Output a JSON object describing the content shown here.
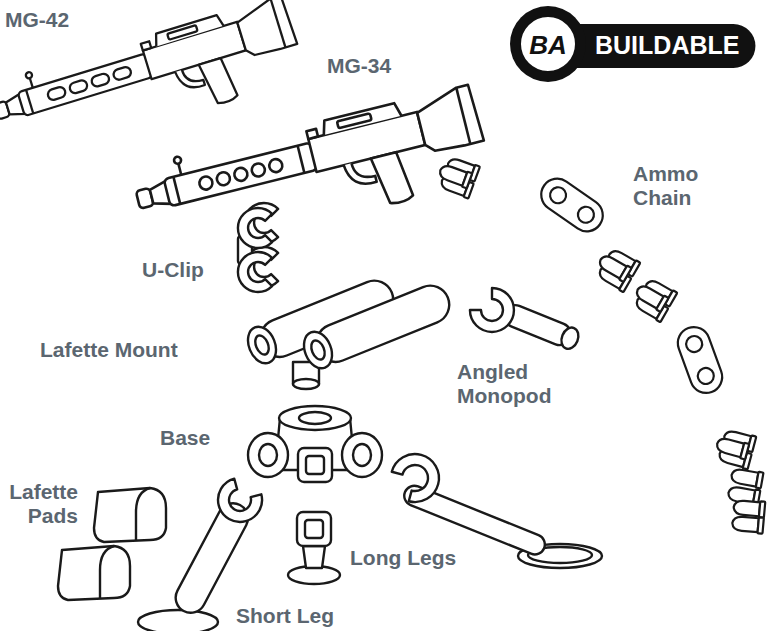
{
  "diagram": {
    "nodes": [
      {
        "text": [
          "BA",
          "BUILDABLE"
        ]
      }
    ],
    "labels": [
      "MG-42",
      "MG-34",
      "Ammo Chain",
      "U-Clip",
      "Lafette Mount",
      "Angled Monopod",
      "Base",
      "Lafette Pads",
      "Long Legs",
      "Short Leg"
    ]
  }
}
